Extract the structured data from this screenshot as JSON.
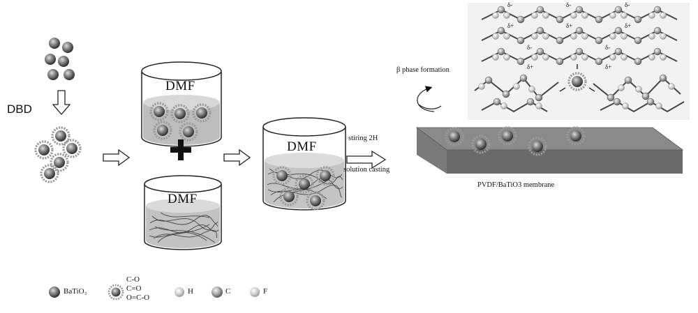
{
  "labels": {
    "dbd": "DBD",
    "dmf_top": "DMF",
    "dmf_bottom": "DMF",
    "dmf_mix": "DMF",
    "stiring": "stiring 2H",
    "casting": "solution casting",
    "beta": "β phase formation",
    "membrane": "PVDF/BaTiO3 membrane"
  },
  "charges": {
    "neg": "δ-",
    "pos": "δ+"
  },
  "legend": {
    "batio3": "BaTiO₃",
    "groups": [
      "C-O",
      "C=O",
      "O=C-O"
    ],
    "h": "H",
    "c": "C",
    "f": "F"
  }
}
